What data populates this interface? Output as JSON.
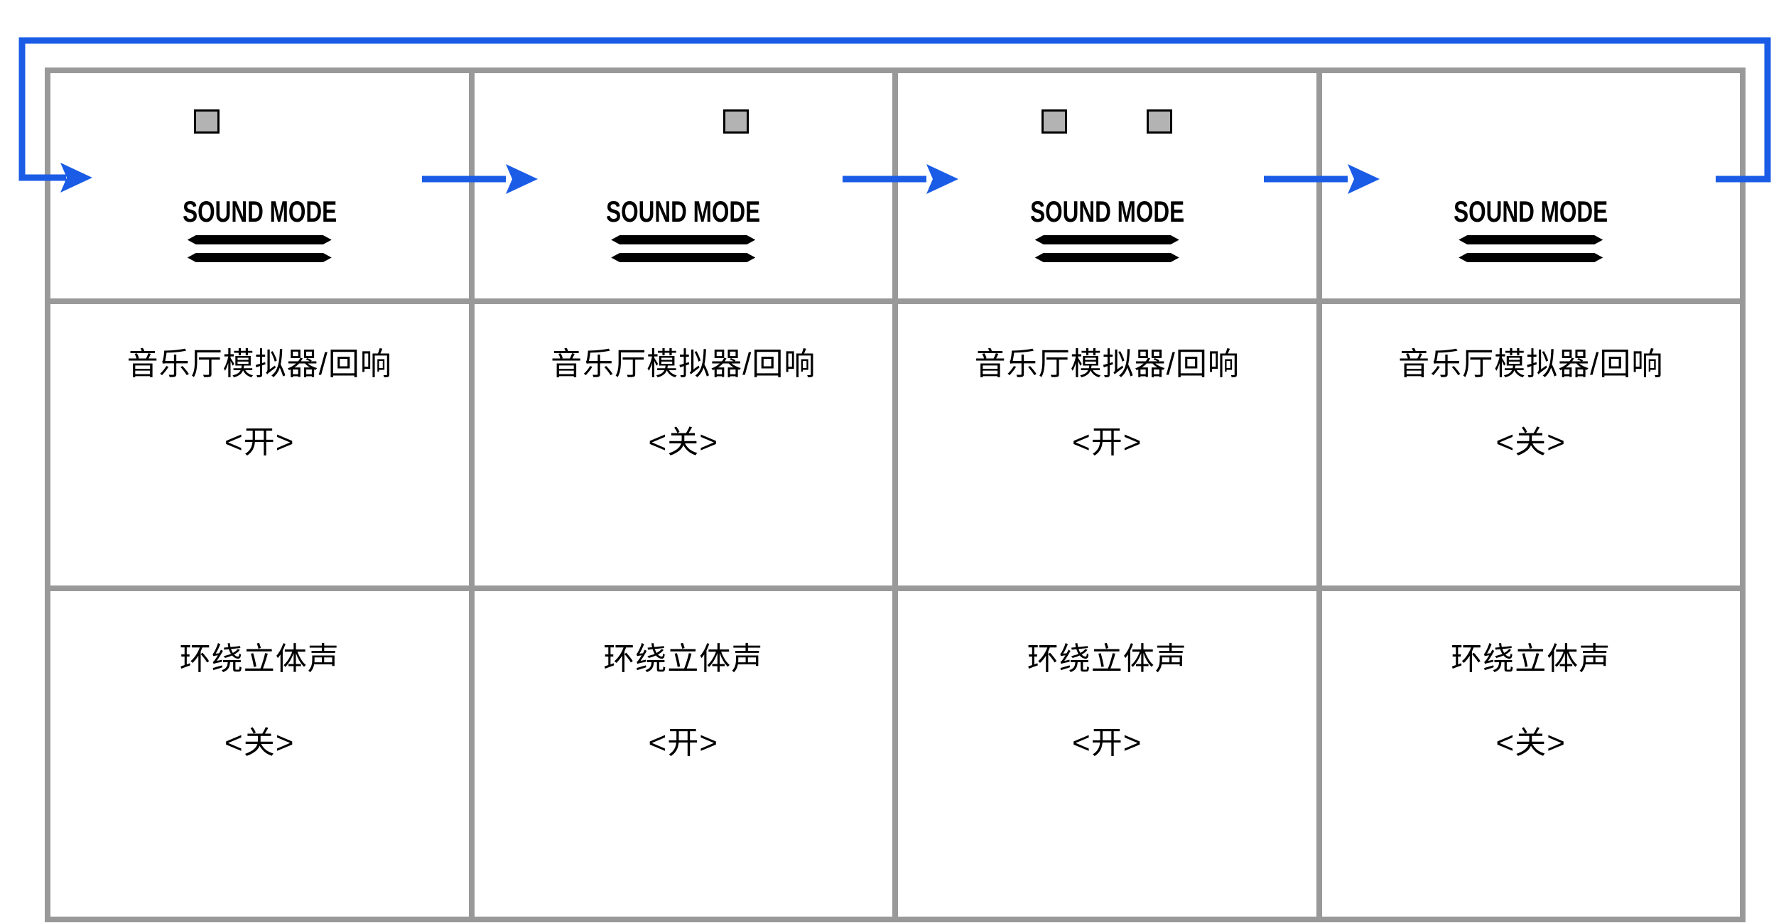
{
  "diagram": {
    "description": "SOUND MODE cycle diagram",
    "colors": {
      "arrow_blue": "#1A5CE6",
      "border_gray": "#999999",
      "indicator_gray": "#b3b3b3",
      "text_black": "#000000"
    },
    "panels": [
      {
        "sound_mode_label": "SOUND MODE",
        "indicator_left": "on",
        "indicator_right": "off",
        "hall_label": "音乐厅模拟器/回响",
        "hall_state": "<开>",
        "surround_label": "环绕立体声",
        "surround_state": "<关>"
      },
      {
        "sound_mode_label": "SOUND MODE",
        "indicator_left": "off",
        "indicator_right": "on",
        "hall_label": "音乐厅模拟器/回响",
        "hall_state": "<关>",
        "surround_label": "环绕立体声",
        "surround_state": "<开>"
      },
      {
        "sound_mode_label": "SOUND MODE",
        "indicator_left": "on",
        "indicator_right": "on",
        "hall_label": "音乐厅模拟器/回响",
        "hall_state": "<开>",
        "surround_label": "环绕立体声",
        "surround_state": "<开>"
      },
      {
        "sound_mode_label": "SOUND MODE",
        "indicator_left": "off",
        "indicator_right": "off",
        "hall_label": "音乐厅模拟器/回响",
        "hall_state": "<关>",
        "surround_label": "环绕立体声",
        "surround_state": "<关>"
      }
    ]
  }
}
